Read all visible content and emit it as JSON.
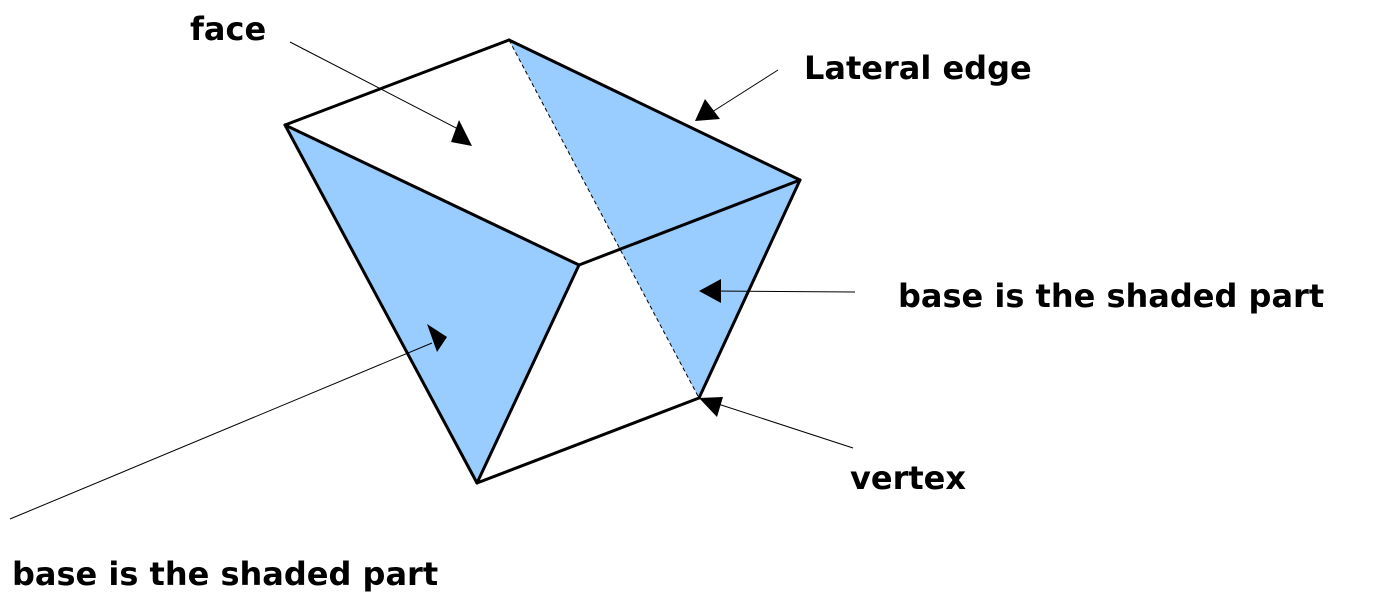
{
  "diagram": {
    "labels": {
      "face": "face",
      "lateral_edge": "Lateral edge",
      "base_right": "base is the shaded part",
      "vertex": "vertex",
      "base_left": "base is the shaded part"
    },
    "colors": {
      "base_fill": "#99ccff",
      "edge": "#000000",
      "background": "#ffffff"
    }
  }
}
